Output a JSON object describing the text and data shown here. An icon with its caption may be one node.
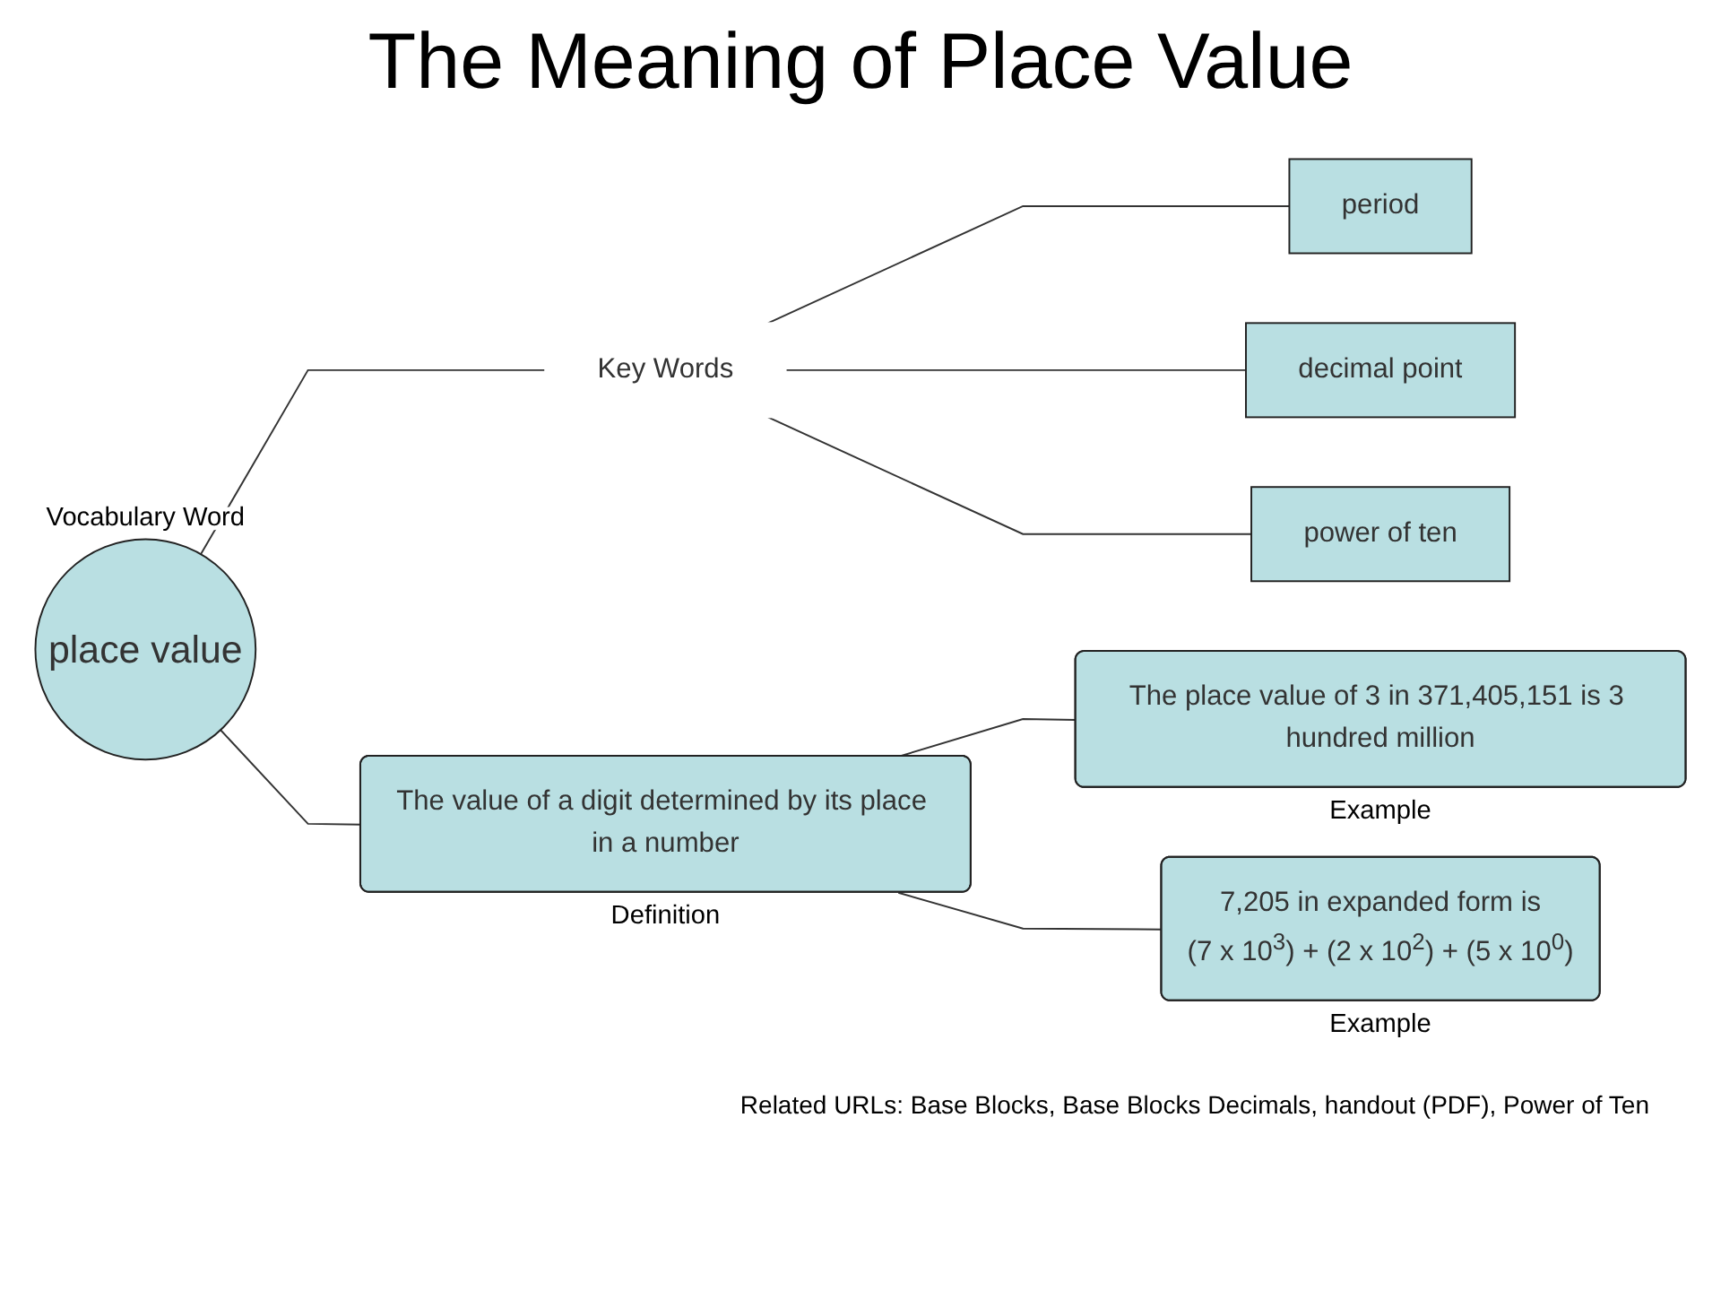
{
  "diagram": {
    "title": "The Meaning of Place Value",
    "nodes": [
      {
        "text": [
          "place value"
        ],
        "beside": [
          "Vocabulary Word"
        ]
      },
      {
        "text": [
          "Key Words"
        ]
      },
      {
        "text": [
          "period"
        ]
      },
      {
        "text": [
          "decimal point"
        ]
      },
      {
        "text": [
          "power of ten"
        ]
      },
      {
        "text": [
          "The value of a digit determined by its place in a number"
        ],
        "beside": [
          "Definition"
        ]
      },
      {
        "text": [
          "The place value of 3 in 371,405,151 is 3 hundred million"
        ],
        "beside": [
          "Example"
        ]
      },
      {
        "text": [
          "7,205 in expanded form is",
          "(7 x 10$^{3}$) + (2 x 10$^{2}$) + (5 x 10$^{0}$)"
        ],
        "beside": [
          "Example"
        ]
      }
    ],
    "edges": [
      {
        "from": 0,
        "to": 1,
        "arrow": "none"
      },
      {
        "from": 1,
        "to": 2,
        "arrow": "none"
      },
      {
        "from": 1,
        "to": 3,
        "arrow": "none"
      },
      {
        "from": 1,
        "to": 4,
        "arrow": "none"
      },
      {
        "from": 0,
        "to": 5,
        "arrow": "none"
      },
      {
        "from": 5,
        "to": 6,
        "arrow": "none"
      },
      {
        "from": 5,
        "to": 7,
        "arrow": "none"
      }
    ],
    "labels": [
      "Related URLs: Base Blocks, Base Blocks Decimals, handout (PDF), Power of Ten"
    ]
  }
}
